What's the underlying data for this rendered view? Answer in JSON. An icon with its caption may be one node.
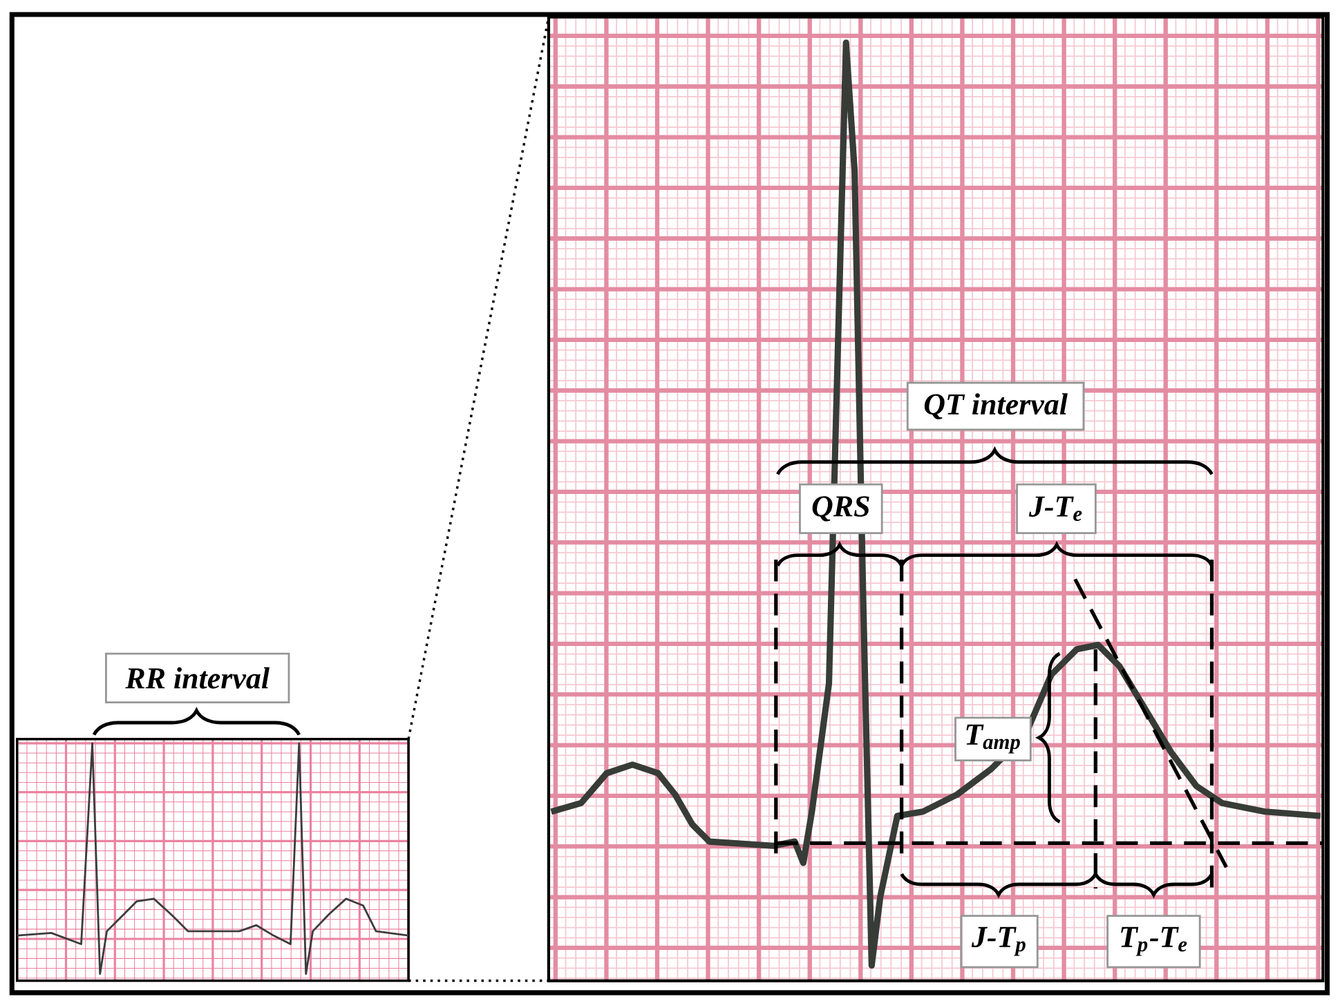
{
  "diagram": {
    "nodes": [
      {
        "text": [
          "QT interval"
        ]
      },
      {
        "text": [
          "QRS"
        ]
      },
      {
        "text": [
          "J-T$_{e}$"
        ]
      },
      {
        "text": [
          "RR interval"
        ]
      },
      {
        "text": [
          "T$_{amp}$"
        ]
      },
      {
        "text": [
          "J-T$_{p}$"
        ]
      },
      {
        "text": [
          "T$_{p}$-T$_{e}$"
        ]
      }
    ]
  }
}
